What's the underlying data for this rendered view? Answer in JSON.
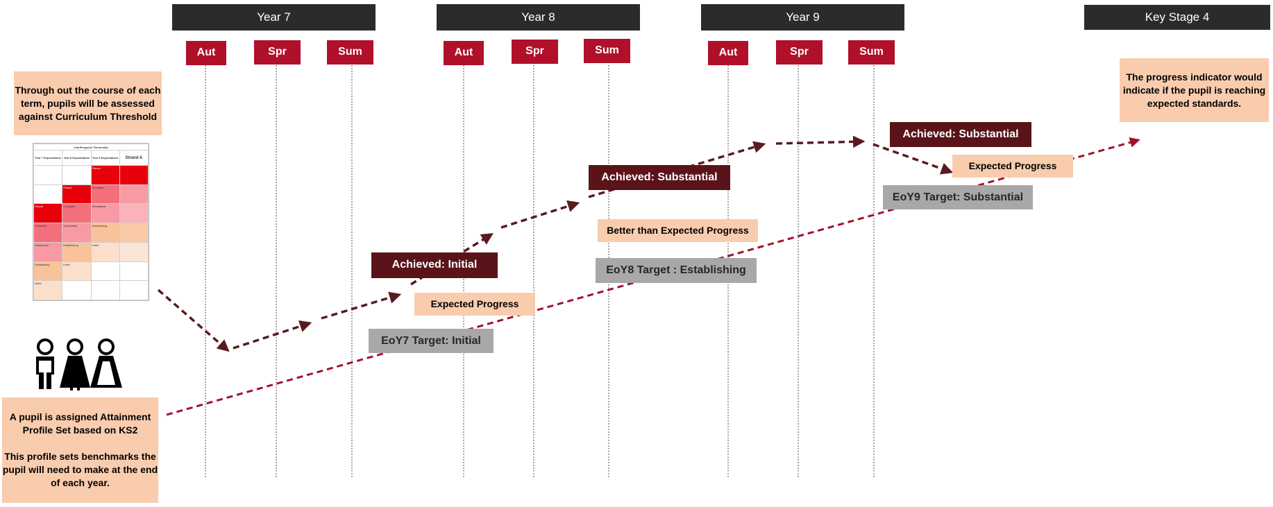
{
  "years": [
    {
      "label": "Year 7"
    },
    {
      "label": "Year 8"
    },
    {
      "label": "Year 9"
    },
    {
      "label": "Key Stage 4"
    }
  ],
  "terms": [
    "Aut",
    "Spr",
    "Sum",
    "Aut",
    "Spr",
    "Sum",
    "Aut",
    "Spr",
    "Sum"
  ],
  "notes": {
    "curriculum": "Through out the course of each term, pupils will be assessed against Curriculum Threshold",
    "profile": "A pupil is assigned Attainment Profile Set based on KS2\n\nThis profile sets benchmarks the pupil will need to make at the end of each year.",
    "indicator": "The progress indicator would indicate if the pupil is reaching expected standards."
  },
  "achieved": {
    "initial": "Achieved: Initial",
    "substantial_y8": "Achieved: Substantial",
    "substantial_y9": "Achieved: Substantial"
  },
  "progress": {
    "expected_y7": "Expected Progress",
    "better_y8": "Better than Expected Progress",
    "expected_y9": "Expected Progress"
  },
  "targets": {
    "eoy7": "EoY7 Target: Initial",
    "eoy8": "EoY8 Target : Establishing",
    "eoy9": "EoY9 Target: Substantial"
  },
  "matrix": {
    "title": "Year/Progress Thresholds",
    "col_headers": [
      "Year 7 Expectations",
      "Year 8 Expectations",
      "Year 9 Expectations",
      "Strand A"
    ],
    "row_labels": [
      "Placed",
      "Complete",
      "Placed",
      "Complete",
      "Substantial",
      "Establishing",
      "Initial"
    ]
  },
  "colors": {
    "term_red": "#b0102a",
    "year_dark": "#2b2b2b",
    "achieved": "#5a1419",
    "peach": "#f9ccae",
    "target_grey": "#a8a8a8",
    "arrow_dark": "#5a1a1f",
    "arrow_red": "#a0122c"
  },
  "icons": [
    "pupils-icon"
  ]
}
